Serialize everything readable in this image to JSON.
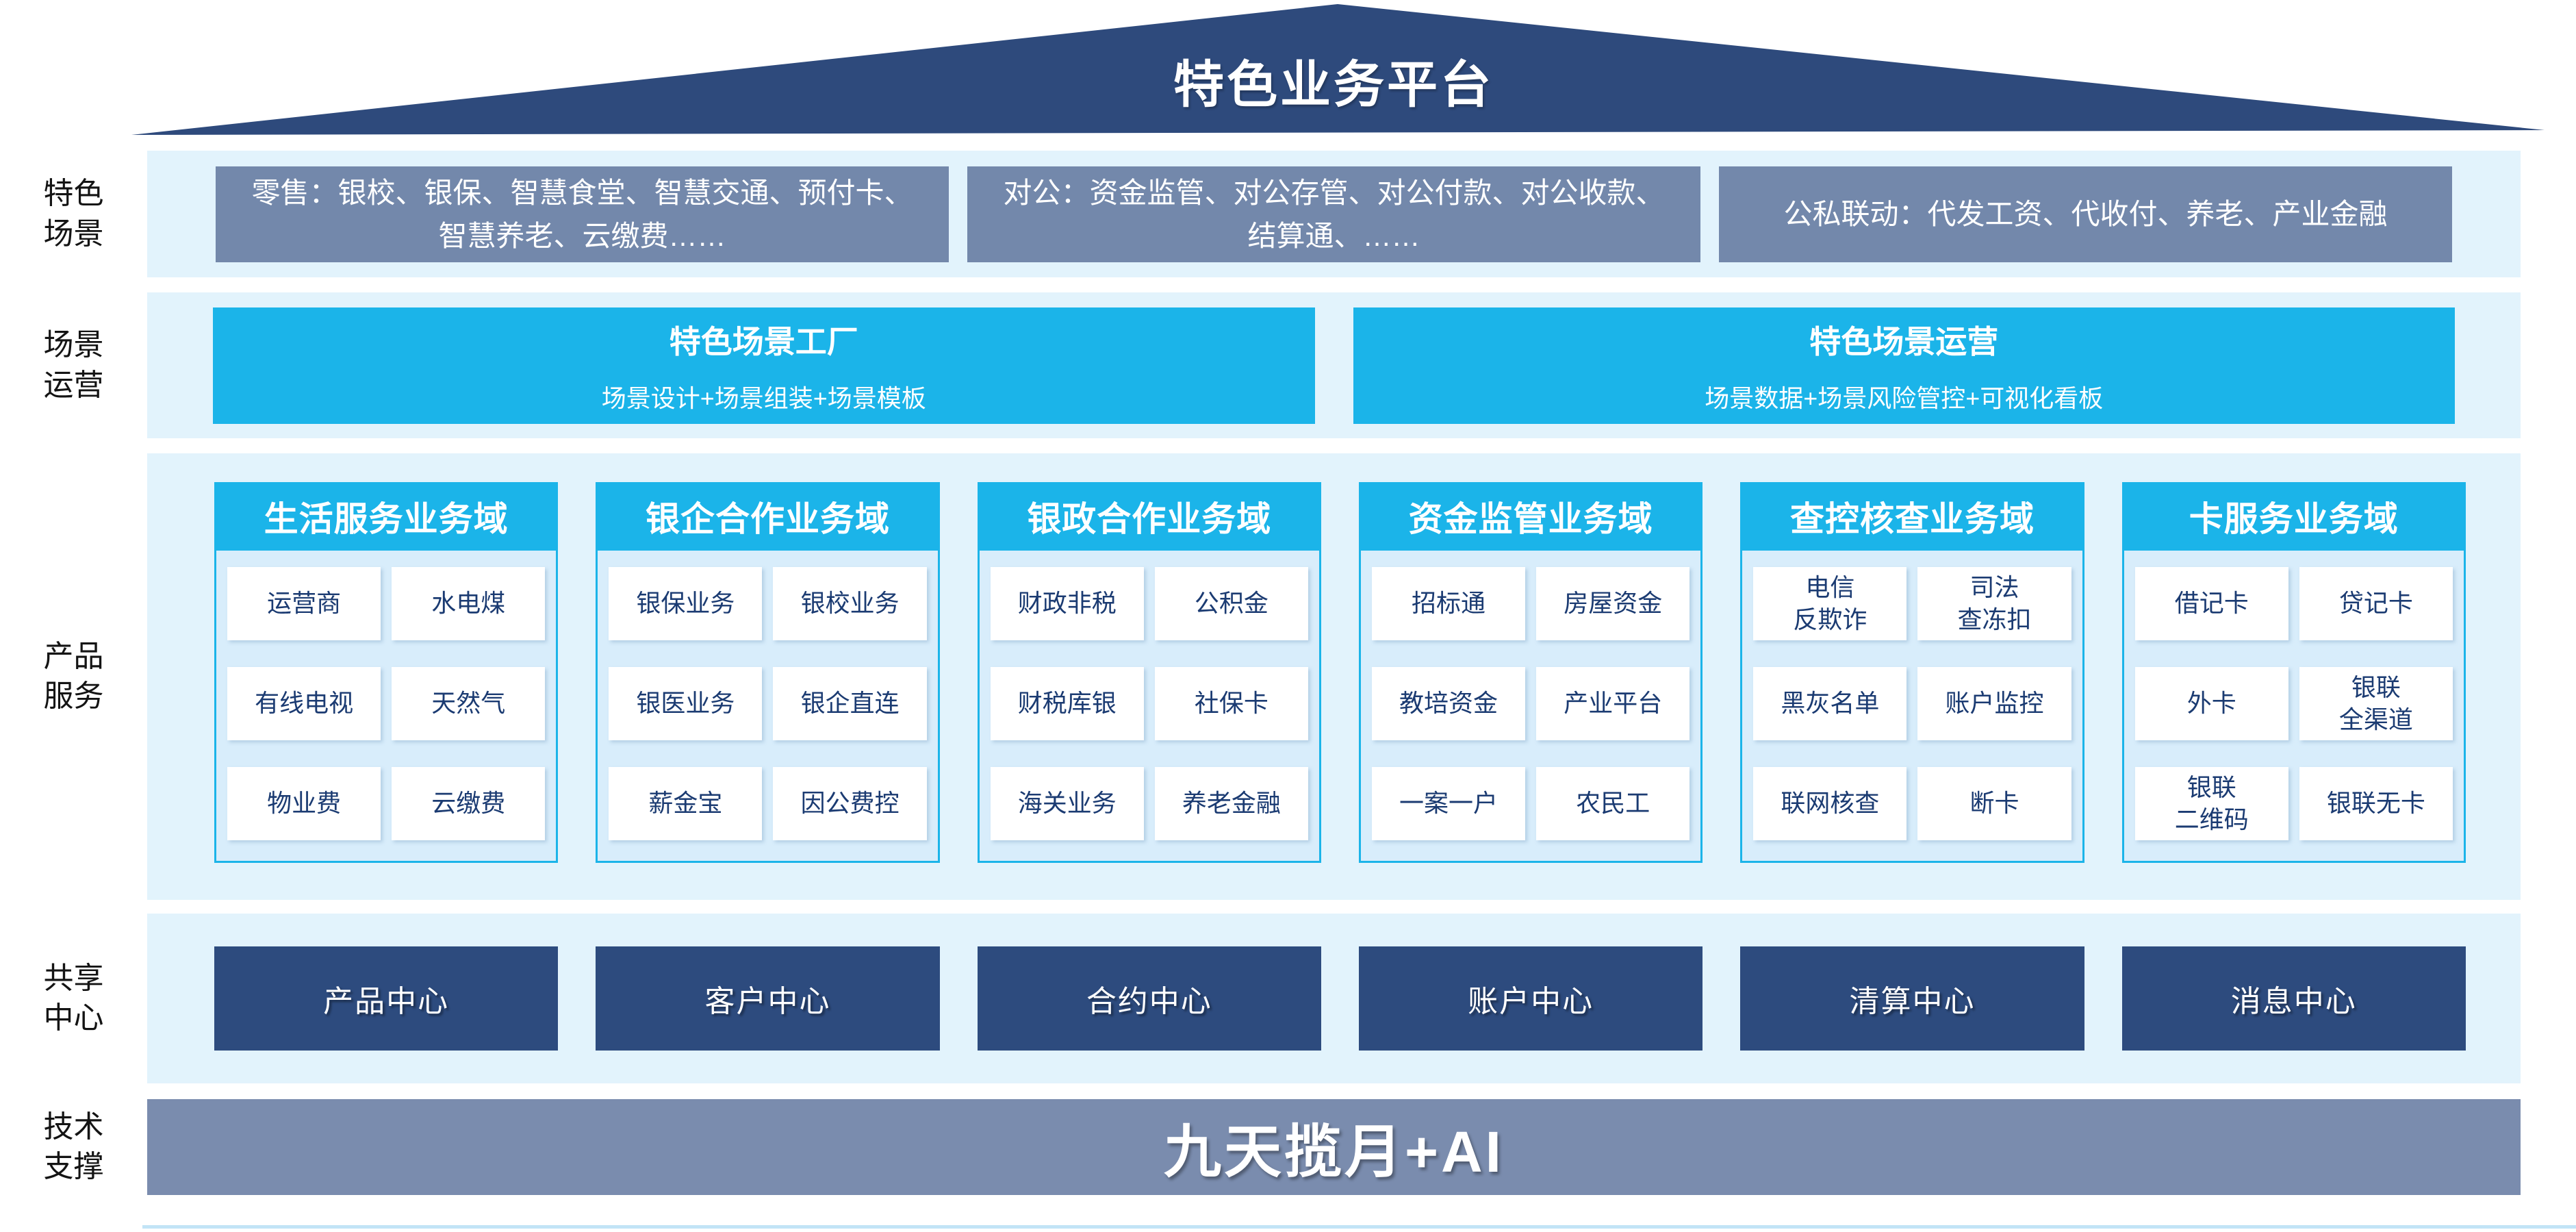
{
  "title": "特色业务平台",
  "colors": {
    "roof": "#2e4a7c",
    "band": "#e2f3fc",
    "slate": "#7388ab",
    "cyan": "#1bb4e9",
    "colbody": "#d8edfb",
    "celltext": "#1b3b72",
    "navy": "#2d4b7e",
    "support": "#7a8cae"
  },
  "scenario": {
    "label": "特色\n场景",
    "boxes": [
      "零售：银校、银保、智慧食堂、智慧交通、预付卡、智慧养老、云缴费……",
      "对公：资金监管、对公存管、对公付款、对公收款、结算通、……",
      "公私联动：代发工资、代收付、养老、产业金融"
    ]
  },
  "operation": {
    "label": "场景\n运营",
    "boxes": [
      {
        "title": "特色场景工厂",
        "subtitle": "场景设计+场景组装+场景模板"
      },
      {
        "title": "特色场景运营",
        "subtitle": "场景数据+场景风险管控+可视化看板"
      }
    ]
  },
  "product": {
    "label": "产品\n服务",
    "domains": [
      {
        "title": "生活服务业务域",
        "items": [
          "运营商",
          "水电煤",
          "有线电视",
          "天然气",
          "物业费",
          "云缴费"
        ]
      },
      {
        "title": "银企合作业务域",
        "items": [
          "银保业务",
          "银校业务",
          "银医业务",
          "银企直连",
          "薪金宝",
          "因公费控"
        ]
      },
      {
        "title": "银政合作业务域",
        "items": [
          "财政非税",
          "公积金",
          "财税库银",
          "社保卡",
          "海关业务",
          "养老金融"
        ]
      },
      {
        "title": "资金监管业务域",
        "items": [
          "招标通",
          "房屋资金",
          "教培资金",
          "产业平台",
          "一案一户",
          "农民工"
        ]
      },
      {
        "title": "查控核查业务域",
        "items": [
          "电信\n反欺诈",
          "司法\n查冻扣",
          "黑灰名单",
          "账户监控",
          "联网核查",
          "断卡"
        ]
      },
      {
        "title": "卡服务业务域",
        "items": [
          "借记卡",
          "贷记卡",
          "外卡",
          "银联\n全渠道",
          "银联\n二维码",
          "银联无卡"
        ]
      }
    ]
  },
  "shared": {
    "label": "共享\n中心",
    "centers": [
      "产品中心",
      "客户中心",
      "合约中心",
      "账户中心",
      "清算中心",
      "消息中心"
    ]
  },
  "support": {
    "label": "技术\n支撑",
    "platform": "九天揽月+AI"
  }
}
